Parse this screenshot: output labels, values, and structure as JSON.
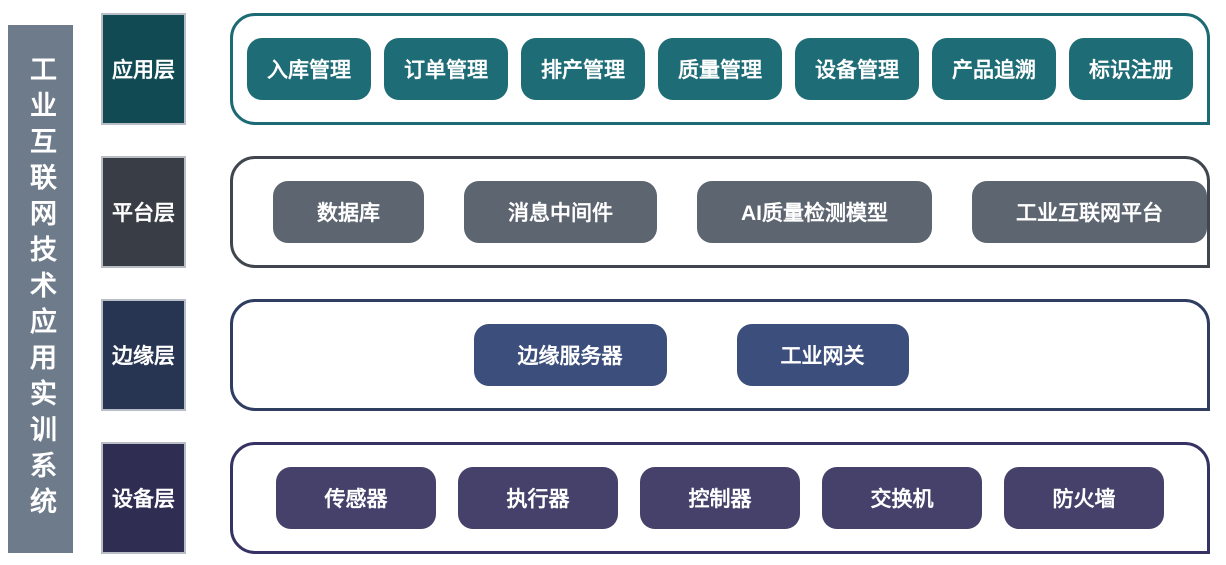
{
  "sidebar": {
    "title": "工业互联网技术应用实训系统",
    "bg_color": "#6e7b8a"
  },
  "label_border_color": "#b9bec6",
  "text_color": "#ffffff",
  "layers": [
    {
      "key": "application",
      "label": "应用层",
      "items": [
        "入库管理",
        "订单管理",
        "排产管理",
        "质量管理",
        "设备管理",
        "产品追溯",
        "标识注册"
      ],
      "colors": {
        "label_bg": "#114a52",
        "container_border": "#1c6b74",
        "item_bg": "#1e6c75"
      }
    },
    {
      "key": "platform",
      "label": "平台层",
      "items": [
        "数据库",
        "消息中间件",
        "AI质量检测模型",
        "工业互联网平台"
      ],
      "colors": {
        "label_bg": "#393d45",
        "container_border": "#41454d",
        "item_bg": "#5d6570"
      }
    },
    {
      "key": "edge",
      "label": "边缘层",
      "items": [
        "边缘服务器",
        "工业网关"
      ],
      "colors": {
        "label_bg": "#283552",
        "container_border": "#2e3d60",
        "item_bg": "#3c4e7b"
      }
    },
    {
      "key": "device",
      "label": "设备层",
      "items": [
        "传感器",
        "执行器",
        "控制器",
        "交换机",
        "防火墙"
      ],
      "colors": {
        "label_bg": "#302d53",
        "container_border": "#363364",
        "item_bg": "#45416b"
      }
    }
  ]
}
